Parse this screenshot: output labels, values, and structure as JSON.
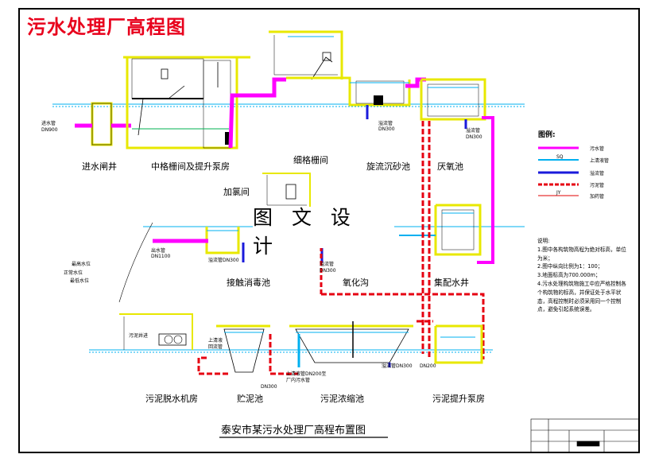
{
  "title": "污水处理厂高程图",
  "watermark": "图 文 设 计",
  "drawing_title": "泰安市某污水处理厂高程布置图",
  "structures": {
    "inlet_well": "进水闸井",
    "screen_pump": "中格栅间及提升泵房",
    "fine_screen": "细格栅间",
    "grit": "旋流沉砂池",
    "anaerobic": "厌氧池",
    "chlorine": "加氯间",
    "contact": "接触消毒池",
    "oxidation": "氧化沟",
    "distribution": "集配水井",
    "dewater": "污泥脱水机房",
    "storage": "贮泥池",
    "thickener": "污泥浓缩池",
    "sludge_pump": "污泥提升泵房"
  },
  "small_labels": {
    "inlet_pipe": "进水管",
    "inlet_dn": "DN900",
    "outlet_pipe": "出水管",
    "outlet_dn": "DN1100",
    "high_level": "最高水位",
    "normal_level": "正常水位",
    "low_level": "最低水位",
    "overflow_contact": "溢流管DN300",
    "overflow_grit": "溢流管",
    "overflow_grit_dn": "DN300",
    "overflow_anaerobic": "溢流管",
    "overflow_anaerobic_dn": "DN300",
    "overflow_oxidation": "溢流管",
    "overflow_oxidation_dn": "DN300",
    "supernatant": "上清液",
    "return_pipe": "回流管",
    "dn300_a": "DN300",
    "supernatant_thick": "上清液管DN200至",
    "supernatant_thick2": "厂内污水管",
    "overflow_thick": "溢流管DN300",
    "dn200": "DN200",
    "sludge_well": "污泥井进"
  },
  "legend": {
    "title": "图例:",
    "items": [
      {
        "code": "",
        "name": "污水管",
        "color": "#ff00ff"
      },
      {
        "code": "SQ",
        "name": "上清液管",
        "color": "#00b0f0"
      },
      {
        "code": "",
        "name": "溢流管",
        "color": "#1a1adb"
      },
      {
        "code": "",
        "name": "污泥管",
        "color": "#e60012"
      },
      {
        "code": "JY",
        "name": "加药管",
        "color": "#f08080"
      }
    ]
  },
  "notes": {
    "title": "说明:",
    "lines": [
      "1.图中各构筑物高程为绝对标高，单位为米；",
      "2.图中纵向比例为1：100；",
      "3.地面标高为700.000m；",
      "4.污水处理构筑物施工中应严格控制各个构筑物的标高，并保证处于水平状态，高程控制时必须采用同一个控制点，避免引起系统误差。"
    ]
  }
}
